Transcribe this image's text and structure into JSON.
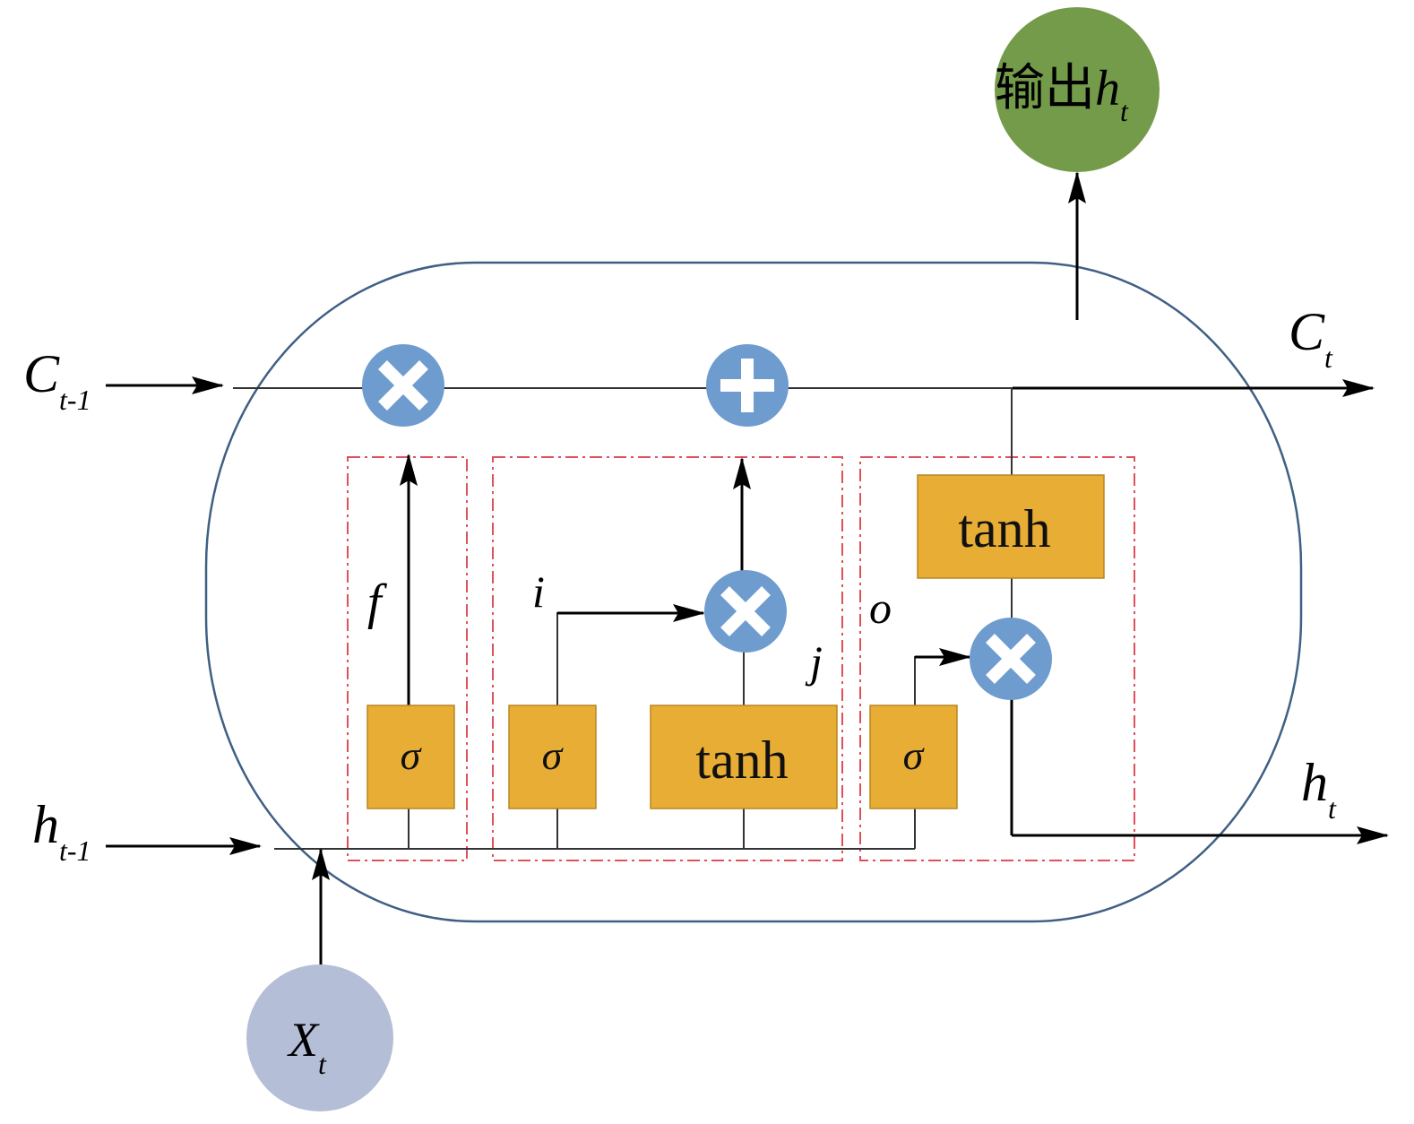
{
  "labels": {
    "c_prev_main": "C",
    "c_prev_sub": "t-1",
    "c_t_main": "C",
    "c_t_sub": "t",
    "h_prev_main": "h",
    "h_prev_sub": "t-1",
    "h_t_main": "h",
    "h_t_sub": "t",
    "x_t_main": "X",
    "x_t_sub": "t",
    "output_text": "输出",
    "output_h": "h",
    "output_sub": "t",
    "gate_f": "f",
    "gate_i": "i",
    "gate_j": "j",
    "gate_o": "o"
  },
  "blocks": {
    "sigma_forget": "σ",
    "sigma_input": "σ",
    "tanh_candidate": "tanh",
    "sigma_output": "σ",
    "tanh_cell": "tanh"
  },
  "colors": {
    "cell_border": "#3f5f84",
    "gate_box": "#e8ad34",
    "gate_box_border": "#b98620",
    "op_circle": "#6e9ccf",
    "output_circle": "#739b4a",
    "input_circle": "#b4bed6",
    "dashed_group": "#e0505a"
  }
}
